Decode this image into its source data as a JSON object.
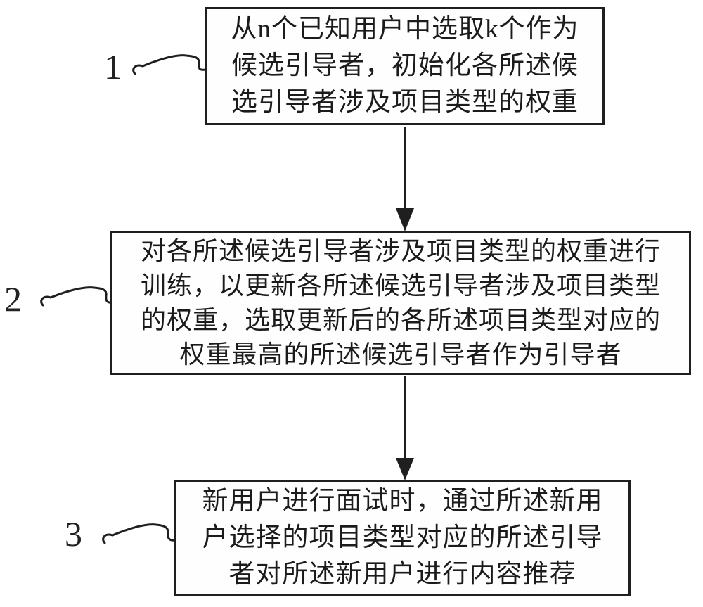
{
  "figure": {
    "type": "flowchart",
    "background_color": "#ffffff",
    "line_color": "#1f1f1f",
    "steps": [
      {
        "number": "1",
        "text": "从n个已知用户中选取k个作为候选引导者，初始化各所述候选引导者涉及项目类型的权重",
        "lines": [
          "从n个已知用户中选取k个作为",
          "候选引导者，初始化各所述候",
          "选引导者涉及项目类型的权重"
        ]
      },
      {
        "number": "2",
        "text": "对各所述候选引导者涉及项目类型的权重进行训练，以更新各所述候选引导者涉及项目类型的权重，选取更新后的各所述项目类型对应的权重最高的所述候选引导者作为引导者",
        "lines": [
          "对各所述候选引导者涉及项目类型的权重进行",
          "训练，以更新各所述候选引导者涉及项目类型",
          "的权重，选取更新后的各所述项目类型对应的",
          "权重最高的所述候选引导者作为引导者"
        ]
      },
      {
        "number": "3",
        "text": "新用户进行面试时，通过所述新用户选择的项目类型对应的所述引导者对所述新用户进行内容推荐",
        "lines": [
          "新用户进行面试时，通过所述新用",
          "户选择的项目类型对应的所述引导",
          "者对所述新用户进行内容推荐"
        ]
      }
    ]
  }
}
